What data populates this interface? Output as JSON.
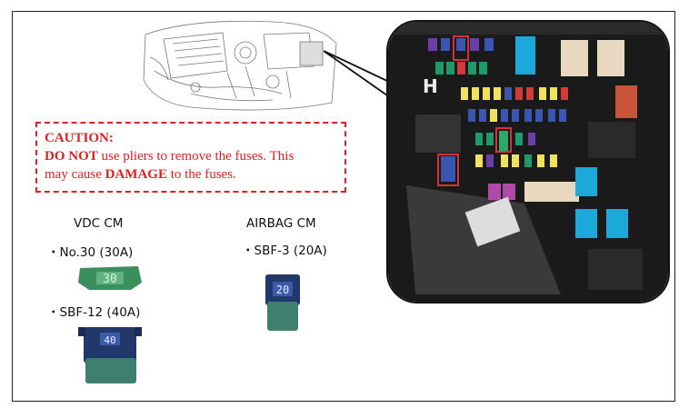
{
  "caution": {
    "title": "CAUTION:",
    "line1_bold": "DO NOT",
    "line1_rest": " use pliers to remove the fuses. This",
    "line2_pre": "may cause ",
    "line2_bold": "DAMAGE",
    "line2_post": " to the fuses."
  },
  "vdc": {
    "heading": "VDC CM",
    "item1": "・No.30 (30A)",
    "item1_fuse_label": "30",
    "item2": "・SBF-12 (40A)",
    "item2_fuse_label": "40"
  },
  "airbag": {
    "heading": "AIRBAG CM",
    "item1": "・SBF-3 (20A)",
    "item1_fuse_label": "20"
  },
  "colors": {
    "caution_red": "#e02020",
    "highlight_red": "#d9303a",
    "fuse_green": "#3b8f5c",
    "fuse_teal": "#3f7f6e",
    "fuse_blue": "#1f3a86"
  }
}
